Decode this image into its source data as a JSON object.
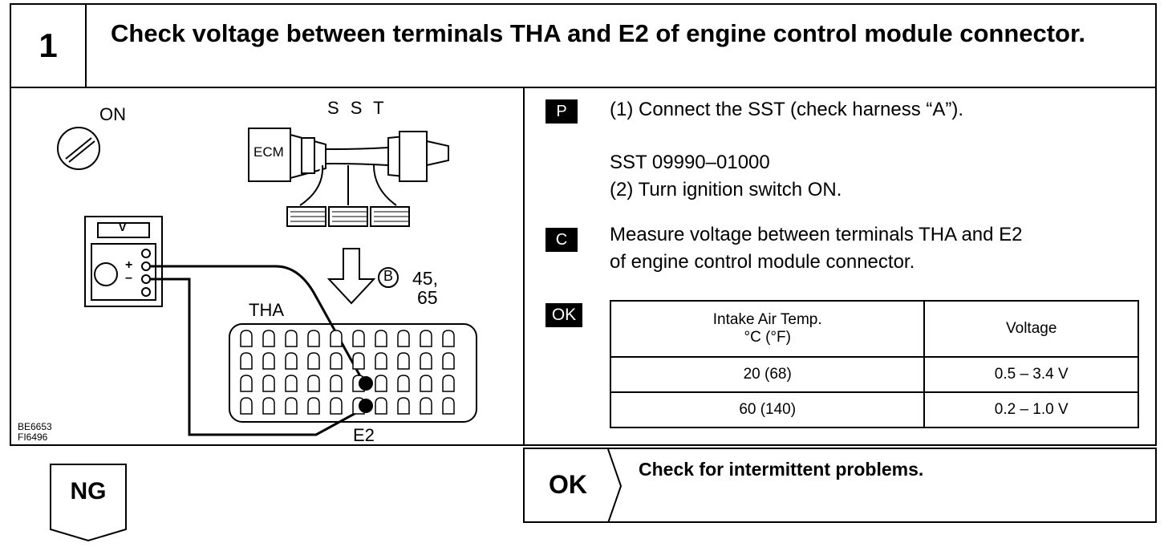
{
  "step": {
    "number": "1",
    "title": "Check voltage between terminals THA and E2 of engine control module connector."
  },
  "figure": {
    "switch_label": "ON",
    "sst_label": "S S T",
    "ecm_label": "ECM",
    "meter_label": "V",
    "plus": "+",
    "minus": "–",
    "connector_id": "B",
    "terminal_nums_1": "45,",
    "terminal_nums_2": "65",
    "tha_label": "THA",
    "e2_label": "E2",
    "codes": [
      "BE6653",
      "FI6496"
    ]
  },
  "instructions": {
    "p_badge": "P",
    "p_line1": "(1) Connect the SST (check harness “A”).",
    "p_line2": "SST 09990–01000",
    "p_line3": "(2) Turn ignition switch ON.",
    "c_badge": "C",
    "c_line1": "Measure voltage between terminals THA and E2",
    "c_line2": "of engine control module connector.",
    "ok_badge": "OK"
  },
  "spec_table": {
    "headers": [
      "Intake Air Temp.",
      "°C (°F)",
      "Voltage"
    ],
    "rows": [
      [
        "20 (68)",
        "0.5 – 3.4 V"
      ],
      [
        "60 (140)",
        "0.2 – 1.0 V"
      ]
    ]
  },
  "result_ok": {
    "label": "OK",
    "text": "Check for intermittent problems."
  },
  "result_ng": {
    "label": "NG"
  }
}
